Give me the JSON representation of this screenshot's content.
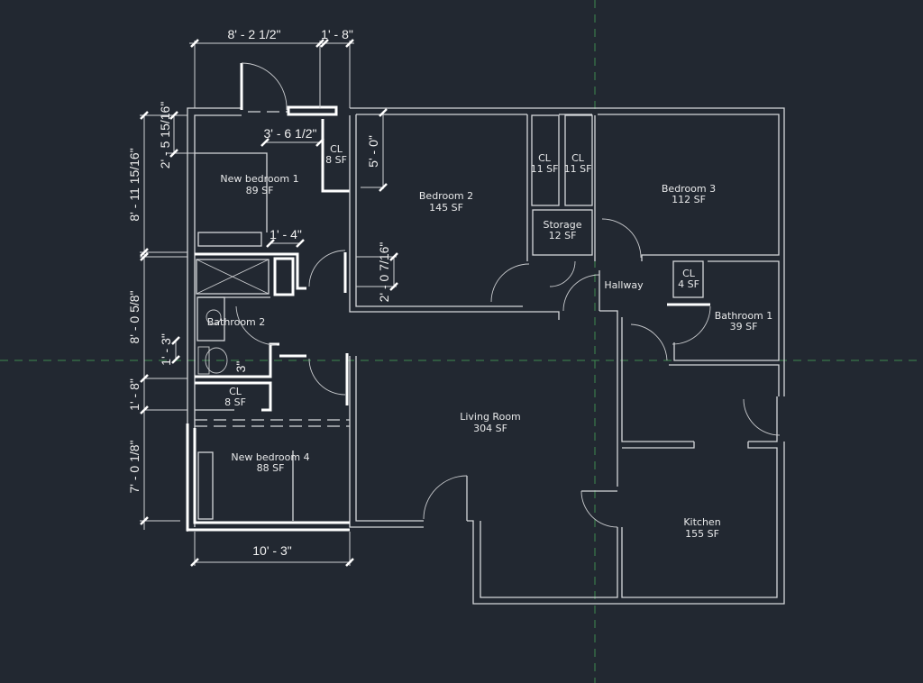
{
  "rooms": {
    "new_bedroom_1": {
      "name": "New bedroom 1",
      "area": "89 SF"
    },
    "cl_1": {
      "name": "CL",
      "area": "8 SF"
    },
    "bedroom_2": {
      "name": "Bedroom 2",
      "area": "145 SF"
    },
    "cl_2": {
      "name": "CL",
      "area": "11 SF"
    },
    "cl_3": {
      "name": "CL",
      "area": "11 SF"
    },
    "bedroom_3": {
      "name": "Bedroom 3",
      "area": "112 SF"
    },
    "storage": {
      "name": "Storage",
      "area": "12 SF"
    },
    "hallway": {
      "name": "Hallway"
    },
    "cl_4": {
      "name": "CL",
      "area": "4 SF"
    },
    "bathroom_1": {
      "name": "Bathroom 1",
      "area": "39 SF"
    },
    "bathroom_2": {
      "name": "Bathroom 2"
    },
    "cl_5": {
      "name": "CL",
      "area": "8 SF"
    },
    "new_bedroom_4": {
      "name": "New bedroom 4",
      "area": "88 SF"
    },
    "living_room": {
      "name": "Living Room",
      "area": "304 SF"
    },
    "kitchen": {
      "name": "Kitchen",
      "area": "155 SF"
    }
  },
  "dimensions": {
    "top_width": "8' - 2 1/2\"",
    "top_closet": "1' - 8\"",
    "bedroom1_inner": "3' - 6 1/2\"",
    "bedroom1_height": "8' - 11 15/16\"",
    "bedroom1_upper": "2' - 5 15/16\"",
    "bed_width": "1' - 4\"",
    "bedroom2_closet": "5' - 0\"",
    "bedroom2_door": "2' - 0 7/16\"",
    "bathroom2_height": "8' - 0 5/8\"",
    "toilet_offset": "1' - 3\"",
    "toilet_gap": "3\"",
    "closet_height": "1' - 8\"",
    "bedroom4_height": "7' - 0 1/8\"",
    "bedroom4_width": "10' - 3\""
  },
  "colors": {
    "background": "#222831",
    "lines": "#d6d8db",
    "guides": "#3f8a4f"
  }
}
